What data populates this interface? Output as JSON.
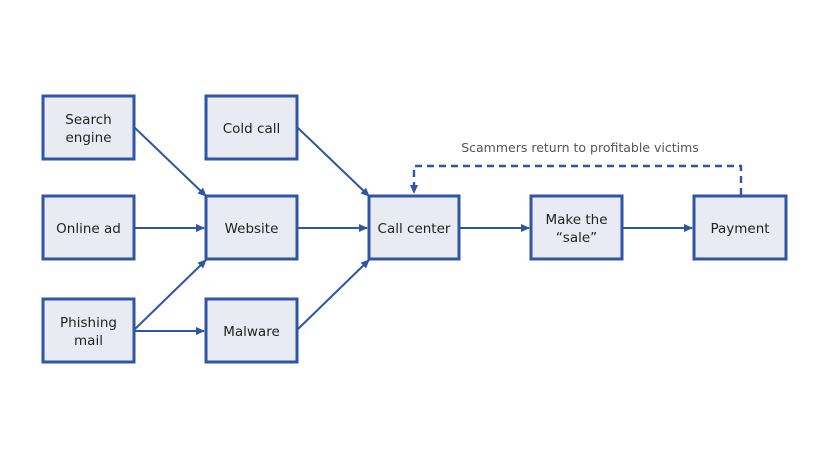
{
  "diagram": {
    "nodes": {
      "search_engine": "Search\nengine",
      "online_ad": "Online ad",
      "phishing_mail": "Phishing\nmail",
      "cold_call": "Cold call",
      "website": "Website",
      "malware": "Malware",
      "call_center": "Call center",
      "make_sale": "Make the\n“sale”",
      "payment": "Payment"
    },
    "feedback_label": "Scammers return to profitable victims",
    "colors": {
      "stroke": "#2f55a4",
      "fill": "#e8ebf3",
      "text": "#222222",
      "label": "#555555"
    }
  }
}
